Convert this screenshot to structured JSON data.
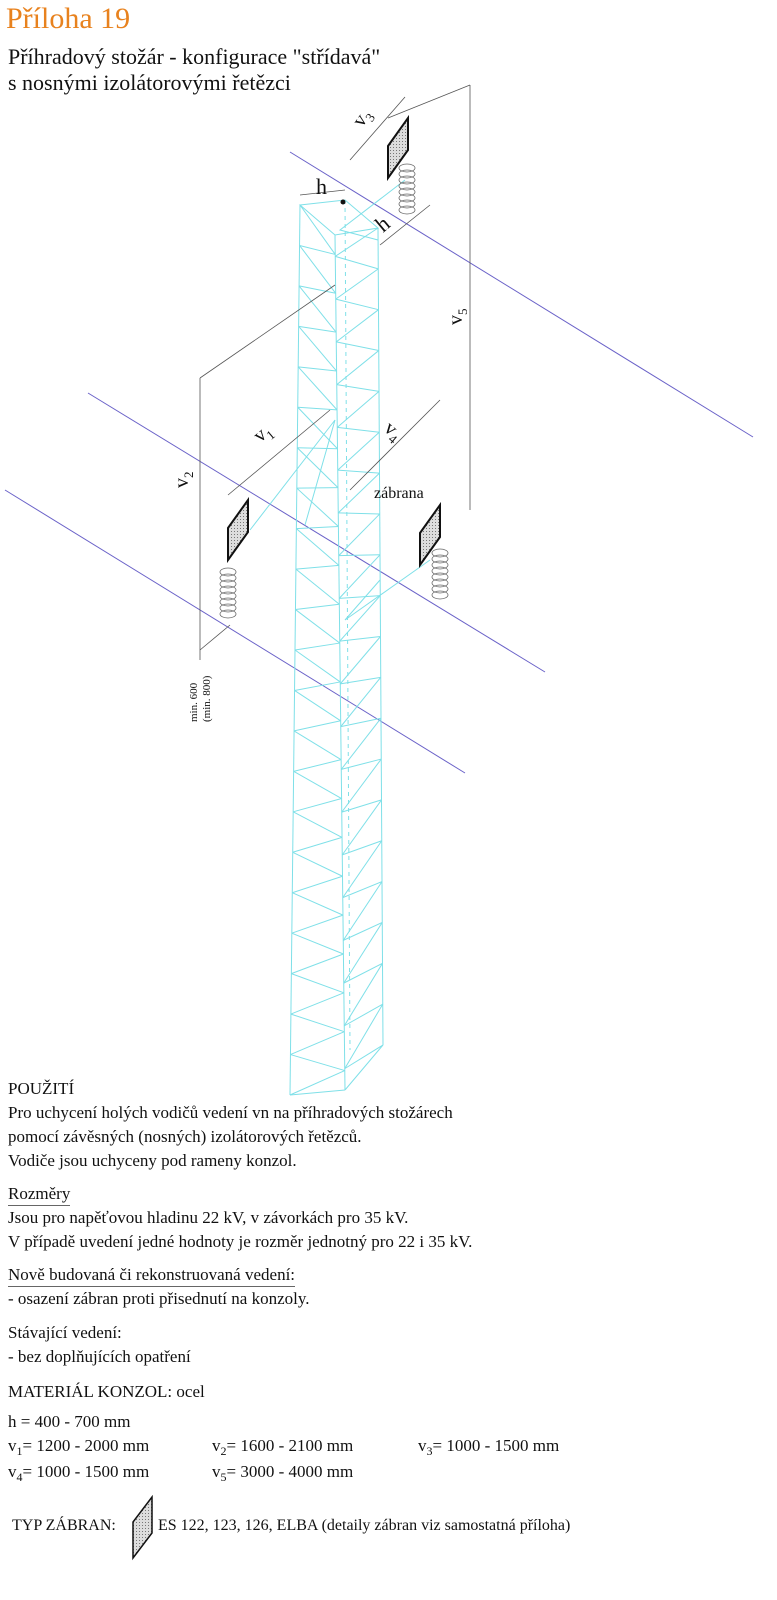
{
  "header": {
    "title": "Příloha 19",
    "subtitle_line1": "Příhradový stožár - konfigurace \"střídavá\"",
    "subtitle_line2": "s nosnými izolátorovými řetězci"
  },
  "drawing": {
    "labels": {
      "h_top": "h",
      "h_side": "h",
      "v1": "v",
      "v1_sub": "1",
      "v2": "v",
      "v2_sub": "2",
      "v3": "v",
      "v3_sub": "3",
      "v4": "v",
      "v4_sub": "4",
      "v5": "v",
      "v5_sub": "5",
      "barrier": "zábrana",
      "min_600": "min. 600",
      "min_800": "(min. 800)"
    },
    "colors": {
      "tower": "#7fe0e8",
      "conductor": "#6a62c8",
      "dimension": "#555555"
    }
  },
  "text": {
    "usage_heading": "POUŽITÍ",
    "usage_lines": [
      "Pro uchycení holých vodičů vedení vn na příhradových stožárech",
      "pomocí závěsných (nosných) izolátorových řetězců.",
      "Vodiče jsou uchyceny pod rameny konzol."
    ],
    "dims_heading": "Rozměry",
    "dims_lines": [
      "Jsou pro napěťovou hladinu 22 kV, v závorkách pro 35 kV.",
      "V případě uvedení jedné hodnoty je rozměr jednotný pro 22 i 35 kV."
    ],
    "new_heading": "Nově budovaná či rekonstruovaná vedení:",
    "new_line": "- osazení zábran proti přisednutí na konzoly.",
    "existing_heading": "Stávající vedení:",
    "existing_line": "- bez doplňujících opatření",
    "material": "MATERIÁL KONZOL: ocel",
    "h_value": "h = 400 - 700 mm",
    "values": {
      "v1": {
        "sym": "v",
        "sub": "1",
        "val": "= 1200 - 2000 mm"
      },
      "v2": {
        "sym": "v",
        "sub": "2",
        "val": "= 1600 - 2100 mm"
      },
      "v3": {
        "sym": "v",
        "sub": "3",
        "val": "= 1000 - 1500 mm"
      },
      "v4": {
        "sym": "v",
        "sub": "4",
        "val": "= 1000 - 1500 mm"
      },
      "v5": {
        "sym": "v",
        "sub": "5",
        "val": "= 3000 - 4000 mm"
      }
    },
    "barrier_type_label": "TYP ZÁBRAN:",
    "barrier_type_value": "ES 122, 123, 126, ELBA (detaily zábran viz samostatná příloha)"
  }
}
